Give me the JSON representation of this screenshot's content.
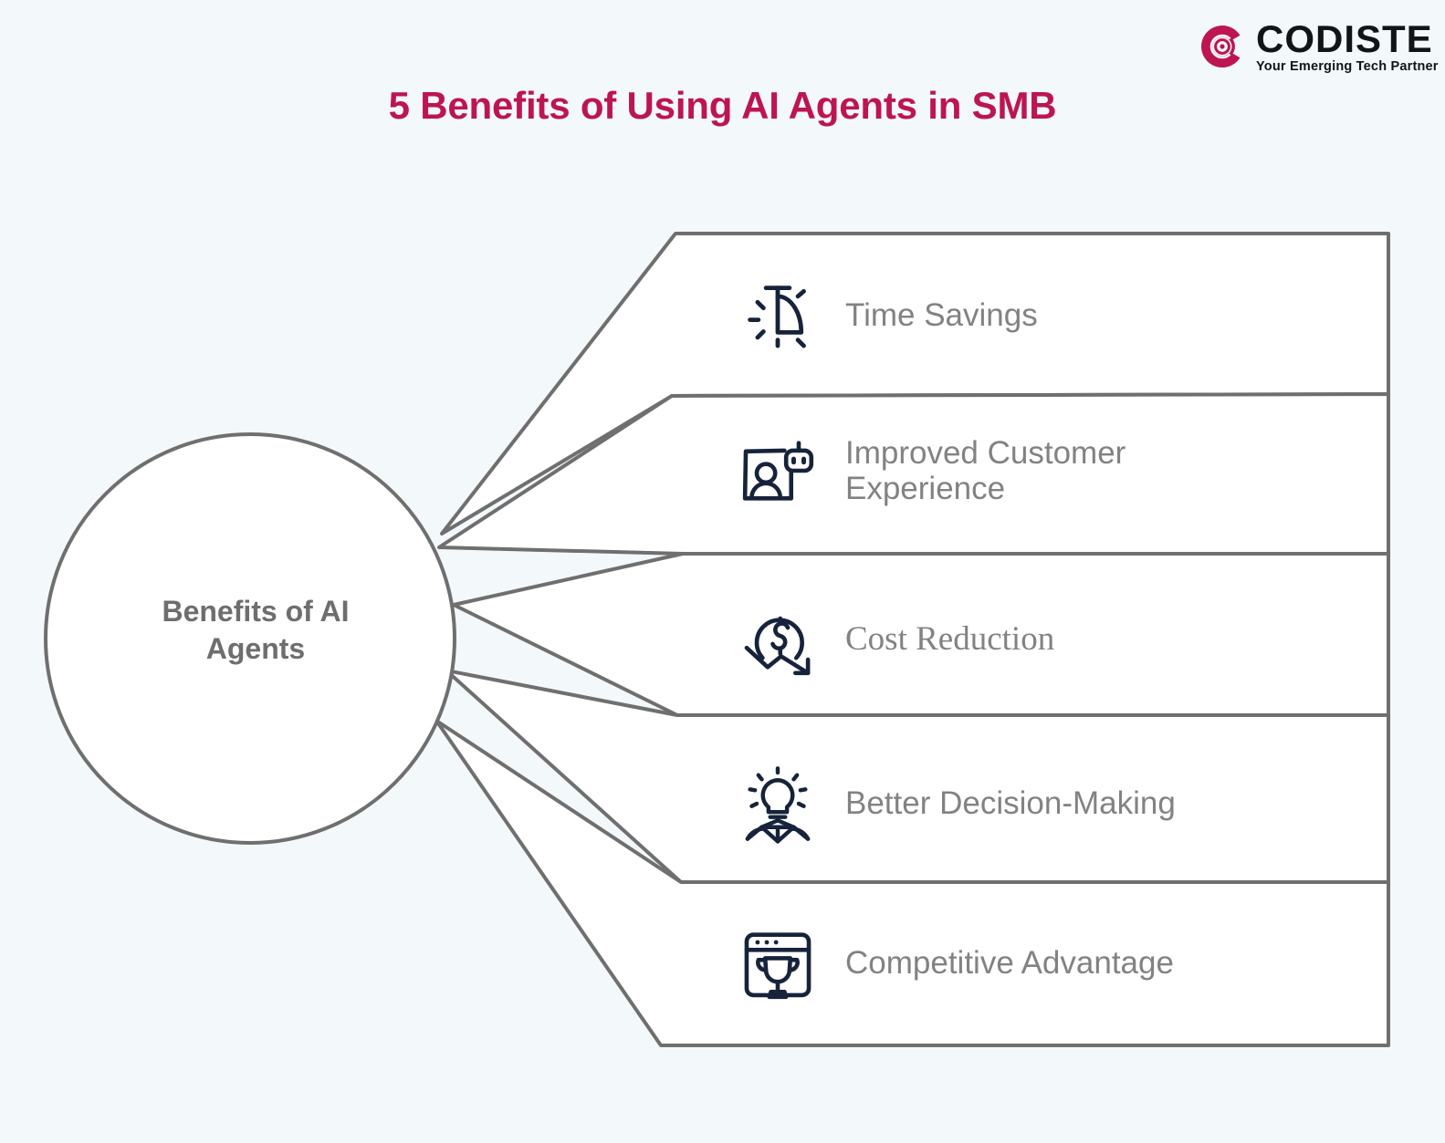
{
  "background_color": "#f3f8fb",
  "brand": {
    "logo_icon": "codiste-circular-c-logo-icon",
    "name": "CODISTE",
    "tagline": "Your Emerging Tech Partner",
    "logo_color": "#bd1550",
    "text_color": "#111418"
  },
  "header": {
    "title": "5 Benefits of Using AI Agents in SMB",
    "title_color": "#bd1550"
  },
  "diagram": {
    "type": "fan-funnel-list",
    "hub": {
      "label_line1": "Benefits of AI",
      "label_line2": "Agents",
      "shape": "circle",
      "stroke_color": "#6f6f6f",
      "fill_color": "#ffffff",
      "text_color": "#6e6e6e"
    },
    "band_stroke_color": "#6f6f6f",
    "band_fill_color": "#ffffff",
    "label_color": "#828282",
    "icon_color": "#16233b",
    "items": [
      {
        "index": 1,
        "label": "Time Savings",
        "icon": "stopwatch-timer-icon"
      },
      {
        "index": 2,
        "label_line1": "Improved Customer",
        "label_line2": "Experience",
        "label": "Improved Customer Experience",
        "icon": "customer-with-robot-icon"
      },
      {
        "index": 3,
        "label": "Cost Reduction",
        "icon": "dollar-coin-down-arrow-icon"
      },
      {
        "index": 4,
        "label": "Better Decision-Making",
        "icon": "lightbulb-network-idea-icon"
      },
      {
        "index": 5,
        "label": "Competitive Advantage",
        "icon": "browser-trophy-icon"
      }
    ]
  }
}
